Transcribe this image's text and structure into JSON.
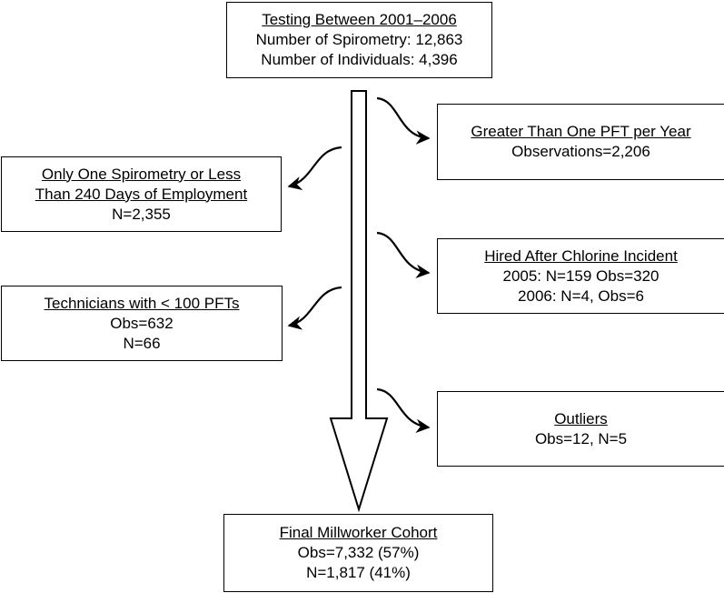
{
  "top": {
    "title": "Testing Between 2001–2006",
    "line1": "Number of Spirometry: 12,863",
    "line2": "Number of Individuals: 4,396"
  },
  "exclusions": [
    {
      "title": "Greater Than One PFT per Year",
      "lines": [
        "Observations=2,206"
      ]
    },
    {
      "title_line1": "Only One Spirometry or Less",
      "title_line2": "Than 240 Days of Employment",
      "lines": [
        "N=2,355"
      ]
    },
    {
      "title": "Hired After Chlorine Incident",
      "lines": [
        "2005: N=159 Obs=320",
        "2006: N=4, Obs=6"
      ]
    },
    {
      "title": "Technicians with < 100 PFTs",
      "lines": [
        "Obs=632",
        "N=66"
      ]
    },
    {
      "title": "Outliers",
      "lines": [
        "Obs=12, N=5"
      ]
    }
  ],
  "final": {
    "title": "Final Millworker Cohort",
    "line1": "Obs=7,332 (57%)",
    "line2": "N=1,817 (41%)"
  }
}
